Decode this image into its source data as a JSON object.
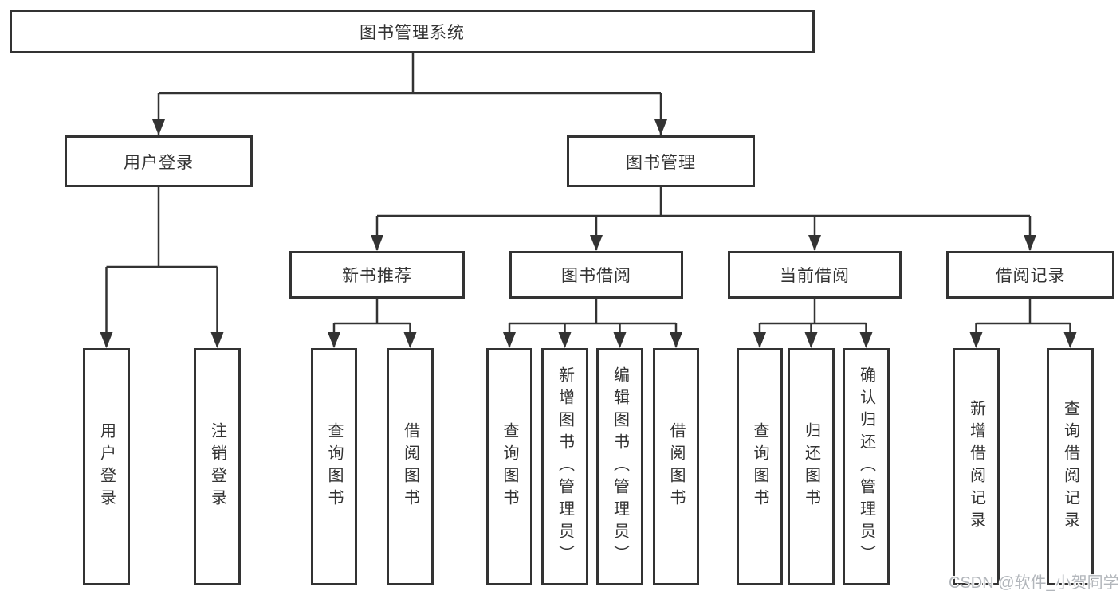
{
  "diagram": {
    "title": "图书管理系统",
    "root": "图书管理系统",
    "level2": [
      "用户登录",
      "图书管理"
    ],
    "level3": [
      "新书推荐",
      "图书借阅",
      "当前借阅",
      "借阅记录"
    ],
    "leaves": [
      "用户登录",
      "注销登录",
      "查询图书",
      "借阅图书",
      "查询图书",
      "新增图书（管理员）",
      "编辑图书（管理员）",
      "借阅图书",
      "查询图书",
      "归还图书",
      "确认归还（管理员）",
      "新增借阅记录",
      "查询借阅记录"
    ]
  },
  "watermark": {
    "text": "CSDN @软件_小贺同学"
  },
  "colors": {
    "line": "#333333",
    "box_border": "#333333",
    "text": "#333333",
    "background": "#ffffff",
    "watermark": "#b2b6bb"
  }
}
